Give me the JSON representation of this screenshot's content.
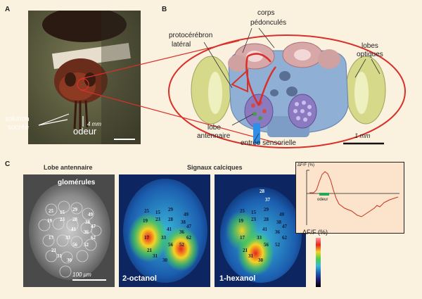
{
  "panels": {
    "a": {
      "letter": "A",
      "labels": {
        "solution": "solution",
        "sucree": "sucrée",
        "odeur": "odeur"
      },
      "scale": "4 mm"
    },
    "b": {
      "letter": "B",
      "labels": {
        "corps": "corps",
        "pedoncules": "pédonculés",
        "protocerebron": "protocérébron",
        "lateral": "latéral",
        "lobes": "lobes",
        "optiques": "optiques",
        "lobe": "lobe",
        "antennaire": "antennaire",
        "entree": "entrée sensorielle"
      },
      "scale": "1 mm"
    },
    "c": {
      "letter": "C",
      "title_left": "Lobe antennaire",
      "title_right": "Signaux calciques",
      "glomerules_label": "glomérules",
      "scale": "100 µm",
      "odor1": "2-octanol",
      "odor2": "1-hexanol",
      "glom_ids": [
        "49",
        "15",
        "29",
        "38",
        "23",
        "36",
        "25",
        "19",
        "17",
        "28",
        "47",
        "33",
        "56",
        "21",
        "62",
        "41",
        "52",
        "31",
        "30"
      ],
      "glom_ids_hexanol_extra": [
        "28",
        "37"
      ],
      "trace": {
        "ylabel": "ΔF/F (%)",
        "stim_label": "odeur"
      },
      "colorbar_label": "ΔF/F (%)"
    }
  },
  "colors": {
    "background": "#fbf1df",
    "red_outline": "#d9302a",
    "trace_red": "#c8321d",
    "stim_green": "#22a85a"
  }
}
